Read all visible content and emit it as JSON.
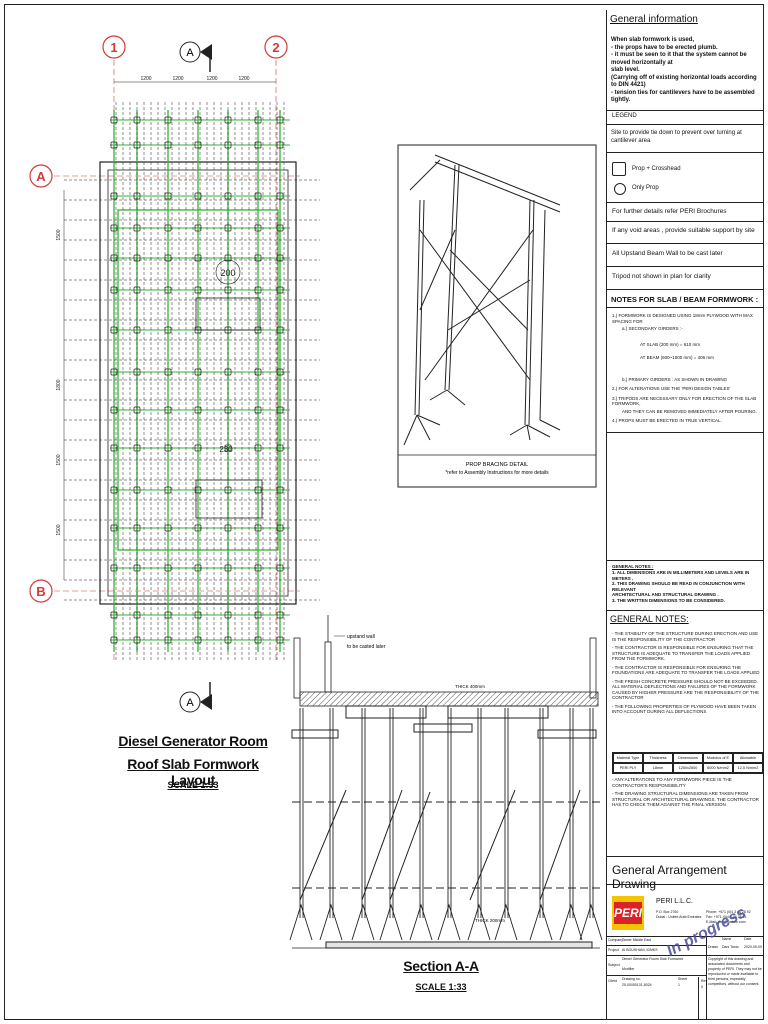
{
  "plan": {
    "title_line1": "Diesel Generator Room",
    "title_line2": "Roof Slab Formwork Layout",
    "scale": "SCALE 1:33",
    "grid_markers": {
      "col1": "1",
      "col2": "2",
      "rowA": "A",
      "rowB": "B",
      "section_mark": "A"
    },
    "dimension_1200": "1200",
    "dimension_1500": "1500",
    "dimension_1800": "1800",
    "label_200": "200",
    "label_230": "230"
  },
  "detail": {
    "caption": "PROP BRACING DETAIL",
    "sub": "*refer to Assembly Instructions for more details"
  },
  "section": {
    "title": "Section A-A",
    "scale": "SCALE 1:33",
    "note_wall": "upstand wall",
    "note_wall2": "to be casted later",
    "label_a": "A",
    "dim_top": "THICK 400mm",
    "dim_bottom": "THICK 200mm"
  },
  "general_info": {
    "heading": "General information",
    "lines": [
      "When slab formwork is used,",
      "- the props have to be erected plumb.",
      "- it must be seen to it that the system cannot be moved horizontally at",
      "  slab level.",
      "  (Carrying off of existing horizontal loads according to DIN 4421)",
      "- tension ties for cantilevers have to be assembled tightly."
    ]
  },
  "legend": {
    "heading": "LEGEND",
    "site_note": "Site to provide tie down to prevent over turning at cantilever area",
    "item1": "Prop + Crosshead",
    "item2": "Only Prop",
    "further": "For further details refer PERI Brochures",
    "void": "If any void areas , provide suitable support by site",
    "upstand": "All Upstand Beam Wall to be cast later",
    "tripod": "Tripod not shown in plan for clarity"
  },
  "notes_slab": {
    "heading": "NOTES FOR SLAB / BEAM FORMWORK :",
    "lines": [
      "1.) FORMWORK IS DESIGNED USING 18mm PLYWOOD WITH MAX SPACING FOR",
      "a.) SECONDARY GIRDERS :-",
      "AT SLAB (200 mm) = 610 mm",
      "AT BEAM (600~1000 mm) = 406 mm",
      "b.) PRIMARY GIRDERS : AS SHOWN IN DRAWING",
      "2.) FOR ALTERATIONS USE THE 'PERI DESIGN TABLES'",
      "3.) TRIPODS ARE NECESSARY ONLY FOR ERECTION OF THE SLAB FORMWORK,",
      "AND THEY CAN BE REMOVED IMMEDIATELY AFTER POURING.",
      "4.) PROPS MUST BE ERECTED IN TRUE VERTICAL."
    ]
  },
  "general_notes_small": {
    "heading": "GENERAL NOTES :",
    "lines": [
      "1. ALL DIMENSIONS ARE IN MILLIMETERS AND LEVELS ARE IN METERS .",
      "2. THIS DRAWING SHOULD BE READ IN CONJUNCTION WITH RELEVANT",
      "ARCHITECTURAL AND STRUCTURAL DRAWING .",
      "3. THE WRITTEN DIMENSIONS TO BE CONSIDERED."
    ]
  },
  "general_notes": {
    "heading": "GENERAL NOTES:",
    "lines": [
      "- THE STABILITY OF THE STRUCTURE DURING ERECTION AND USE IS THE RESPONSIBILITY OF THE CONTRACTOR",
      "- THE CONTRACTOR IS RESPONSIBLE FOR ENSURING THAT THE STRUCTURE IS ADEQUATE TO TRANSFER THE LOADS APPLIED FROM THE FORMWORK.",
      "- THE CONTRACTOR IS RESPONSIBLE FOR ENSURING THE FOUNDATIONS ARE ADEQUATE TO TRANSFER THE LOADS APPLIED",
      "- THE FRESH CONCRETE PRESSURE SHOULD NOT BE EXCEEDED. ALL MATERIAL DEFLECTIONS AND FAILURES OF THE FORMWORK CAUSED BY HIGHER PRESSURE ARE THE RESPONSIBILITY OF THE CONTRACTOR",
      "- THE FOLLOWING PROPERTIES OF PLYWOOD HAVE BEEN TAKEN INTO ACCOUNT DURING ALL DEFLECTIONS",
      "- ANY ALTERATIONS TO ANY FORMWORK PIECE IS THE CONTRACTOR'S RESPONSIBILITY",
      "- THE DRAWING STRUCTURAL DIMENSIONS ARE TAKEN FROM STRUCTURAL OR ARCHITECTURAL DRAWINGS. THE CONTRACTOR HAS TO CHECK THEM AGAINST THE FINAL VERSION"
    ],
    "table_headers": [
      "Material Type",
      "Thickness",
      "Dimensions",
      "Modulus of E",
      "Allowable Stress"
    ],
    "table_values": [
      "PERI PLY",
      "18mm",
      "1250x2500",
      "6000 N/mm2",
      "12.5 N/mm2"
    ]
  },
  "title_block": {
    "drawing_type": "General Arrangement Drawing",
    "company": "PERI L.L.C.",
    "logo": "PERI",
    "po_box": "P.O. Box 2760",
    "city": "Dubai - United Arab Emirates",
    "phone": "Phone: +971 (0)4 3 46 28 92",
    "fax": "Fax: +971 (0)4 3 46 28 93",
    "email": "E-Mail: peri@perime.com",
    "company_row_label": "Company",
    "company_row_value": "Tamer Middle East",
    "project_label": "Project",
    "project_value": "AI BOUSHANI, IDMKS",
    "subject_label": "Subject",
    "subject_value": "Diesel Generator Room Slab Formwork",
    "drawn_label": "Drawn",
    "drawn_value": "Dani Tanto",
    "date_value": "2020-09-09",
    "name_label": "Name",
    "date_label": "Date",
    "copyright": "Copyright of this drawing and associated documents and property of PERI. They may not be reproduced or made available to third persons, especially competitors, without our consent.",
    "client_label": "Client",
    "drawing_no_label": "Drawing no.",
    "drawing_no": "25-00050101-8024",
    "sheet_label": "Sheet",
    "rev_label": "Rev",
    "sheet_value": "1",
    "rev_value": "0",
    "in_progress": "In progress",
    "scale_label": "Modifier"
  },
  "colors": {
    "line": "#1a1a1a",
    "primary_girder": "#36b336",
    "accent_red": "#d23a3a",
    "stamp": "#4a4a9a",
    "peri_red": "#d8232a",
    "peri_yellow": "#f5c400"
  }
}
